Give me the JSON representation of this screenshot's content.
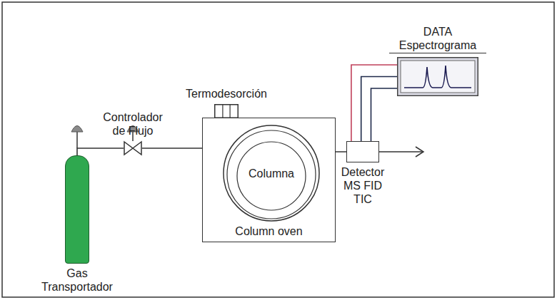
{
  "diagram": {
    "nodes": [
      {
        "text": [
          "Gas Transportador"
        ]
      },
      {
        "text": [
          "Controlador de Flujo"
        ]
      },
      {
        "text": [
          "Termodesorción"
        ]
      },
      {
        "text": [
          "Column oven"
        ]
      },
      {
        "text": [
          "Columna"
        ],
        "in": 3
      },
      {
        "text": [
          "Detector MS FID TIC"
        ]
      },
      {
        "text": [
          "DATA Espectrograma"
        ]
      }
    ],
    "edges": [
      {
        "from": 0,
        "to": 1,
        "arrow": "none"
      },
      {
        "from": 1,
        "to": 4,
        "arrow": "none"
      },
      {
        "from": 4,
        "to": 5,
        "arrow": "none"
      },
      {
        "from": 5,
        "to": 6,
        "arrow": "none"
      },
      {
        "from": 5,
        "to": 6,
        "arrow": "none"
      },
      {
        "from": 5,
        "to": 6,
        "arrow": "none"
      }
    ]
  }
}
